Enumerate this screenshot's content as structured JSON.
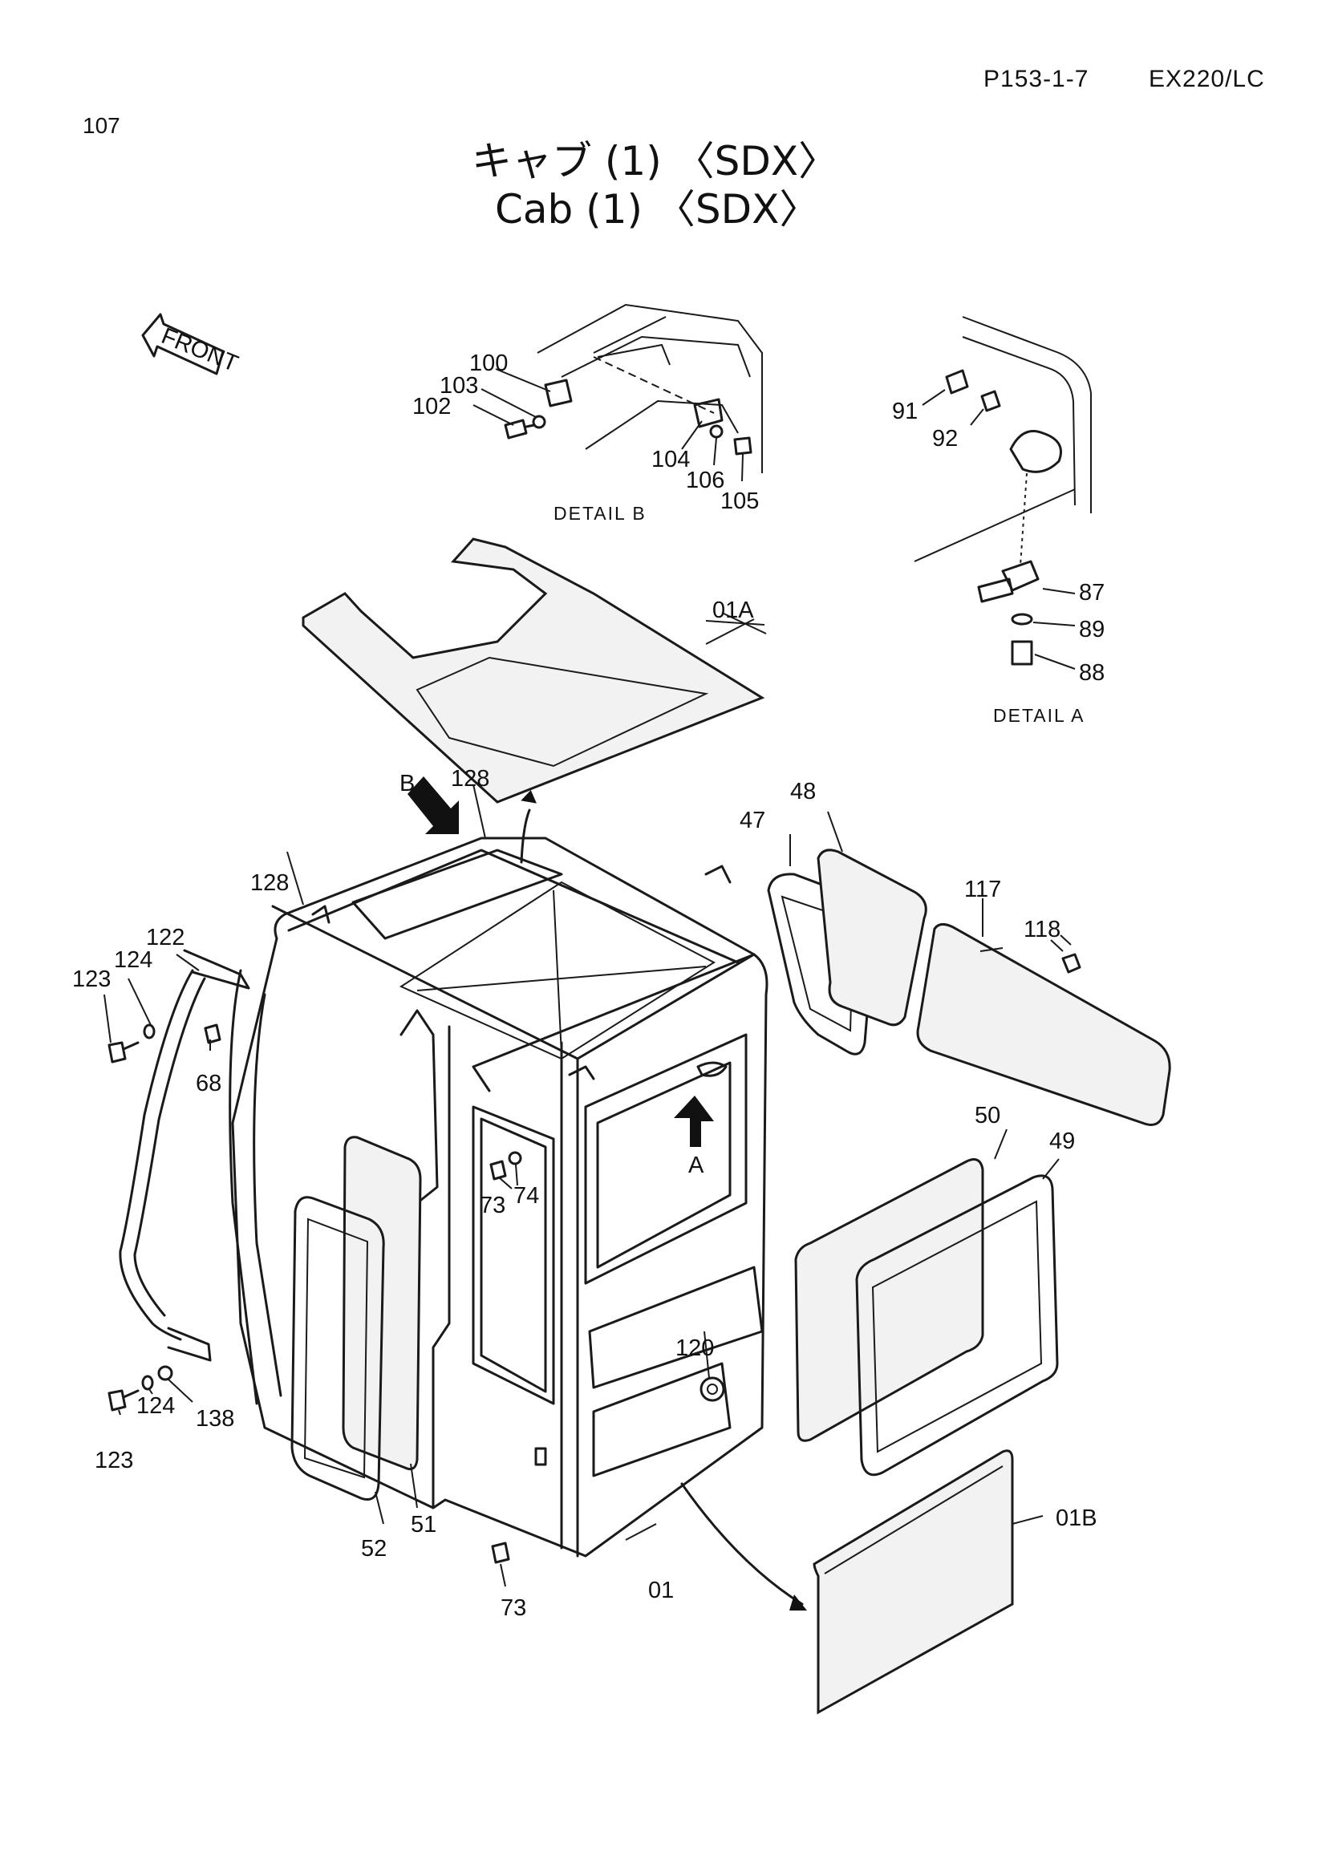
{
  "header": {
    "page_number": "107",
    "page_code": "P153-1-7",
    "model": "EX220/LC",
    "title_jp": "キャブ (1) 〈SDX〉",
    "title_en": "Cab (1) 〈SDX〉"
  },
  "diagram": {
    "front_label": "FRONT",
    "detail_b": "DETAIL B",
    "detail_a": "DETAIL A",
    "view_b": "B",
    "view_a": "A",
    "parts": {
      "p01": "01",
      "p01a": "01A",
      "p01b": "01B",
      "p47": "47",
      "p48": "48",
      "p49": "49",
      "p50": "50",
      "p51": "51",
      "p52": "52",
      "p68": "68",
      "p73a": "73",
      "p73b": "73",
      "p74": "74",
      "p87": "87",
      "p88": "88",
      "p89": "89",
      "p91": "91",
      "p92": "92",
      "p100": "100",
      "p102": "102",
      "p103": "103",
      "p104": "104",
      "p105": "105",
      "p106": "106",
      "p117": "117",
      "p118": "118",
      "p120": "120",
      "p122": "122",
      "p123a": "123",
      "p123b": "123",
      "p124a": "124",
      "p124b": "124",
      "p128a": "128",
      "p128b": "128",
      "p138": "138"
    }
  }
}
